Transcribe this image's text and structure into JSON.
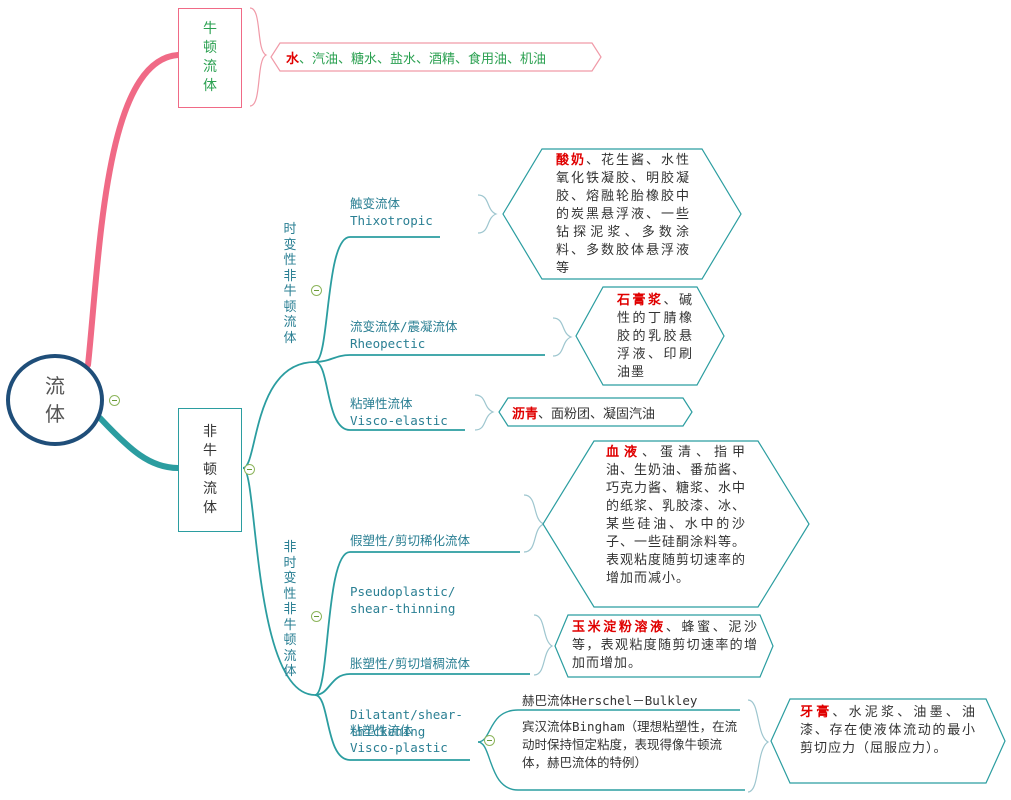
{
  "root": {
    "label": "流\n体"
  },
  "newtonian": {
    "label": "牛\n顿\n流\n体",
    "examples_hl": "水",
    "examples_rest": "、汽油、糖水、盐水、酒精、食用油、机油"
  },
  "non_newtonian": {
    "label": "非\n牛\n顿\n流\n体",
    "time_dependent": {
      "label": "时\n变\n性\n非\n牛\n顿\n流\n体",
      "items": [
        {
          "name_cn": "触变流体",
          "name_en": "Thixotropic",
          "examples_hl": "酸奶",
          "examples_rest": "、花生酱、水性氧化铁凝胶、明胶凝胶、熔融轮胎橡胶中的炭黑悬浮液、一些钻探泥浆、多数涂料、多数胶体悬浮液等"
        },
        {
          "name_cn": "流变流体/震凝流体",
          "name_en": "Rheopectic",
          "examples_hl": "石膏浆",
          "examples_rest": "、碱性的丁腈橡胶的乳胶悬浮液、印刷油墨"
        },
        {
          "name_cn": "粘弹性流体",
          "name_en": "Visco-elastic",
          "examples_hl": "沥青",
          "examples_rest": "、面粉团、凝固汽油"
        }
      ]
    },
    "time_independent": {
      "label": "非\n时\n变\n性\n非\n牛\n顿\n流\n体",
      "items": [
        {
          "name_cn": "假塑性/剪切稀化流体",
          "name_en": "Pseudoplastic/\nshear-thinning",
          "examples_hl": "血液",
          "examples_rest": "、蛋清、指甲油、生奶油、番茄酱、巧克力酱、糖浆、水中的纸浆、乳胶漆、冰、某些硅油、水中的沙子、一些硅酮涂料等。表观粘度随剪切速率的增加而减小。"
        },
        {
          "name_cn": "胀塑性/剪切增稠流体",
          "name_en": "Dilatant/shear-\nthickening",
          "examples_hl": "玉米淀粉溶液",
          "examples_rest": "、蜂蜜、泥沙等，表观粘度随剪切速率的增加而增加。"
        },
        {
          "name_cn": "粘塑性流体",
          "name_en": "Visco-plastic",
          "sub": [
            "赫巴流体Herschel－Bulkley",
            "宾汉流体Bingham（理想粘塑性，在流动时保持恒定粘度，表现得像牛顿流体，赫巴流体的特例）"
          ],
          "examples_hl": "牙膏",
          "examples_rest": "、水泥浆、油墨、油漆、存在使液体流动的最小剪切应力（屈服应力）。"
        }
      ]
    }
  },
  "colors": {
    "teal": "#2b9da0",
    "pink": "#f06a86",
    "root_border": "#1f4e79",
    "highlight": "#e00000",
    "text_teal": "#2a7f93",
    "green_text": "#2aa050"
  }
}
